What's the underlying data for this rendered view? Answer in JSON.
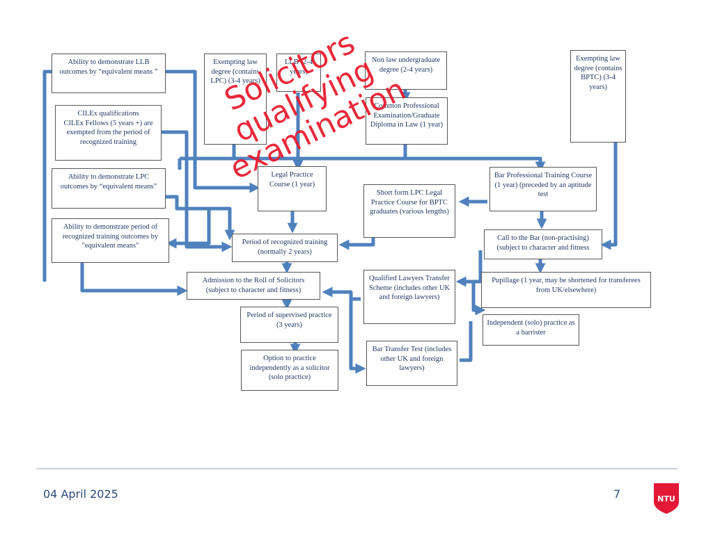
{
  "boxes": {
    "llb_outcomes": "Ability to demonstrate LLB outcomes by  “equivalent means ”",
    "exempting_lpc": "Exempting law degree (contains LPC) (3-4 years)",
    "llb": "LLB (2-4 years)",
    "non_law": "Non law undergraduate degree (2-4 years)",
    "exempting_bptc": "Exempting law degree (contains BPTC) (3-4 years)",
    "cilex": "CILEx qualifications\nCILEx Fellows (5 years +) are exempted from the period of recognized training",
    "cpe": "Common Professional Examination/Graduate Diploma in Law (1 year)",
    "lpc_outcomes": "Ability to demonstrate LPC outcomes by  “equivalent means”",
    "lpc": "Legal Practice Course (1 year)",
    "short_lpc": "Short form LPC Legal Practice Course for BPTC graduates (various lengths)",
    "bptc": "Bar Professional Training Course (1 year) (preceded by an aptitude test",
    "training_outcomes": "Ability to demonstrate period of recognized training outcomes by  \"equivalent means\"",
    "recognized_training": "Period of recognized training (normally 2 years)",
    "call_bar": "Call to the Bar (non-practising) (subject to character and fitness",
    "admission": "Admission to the Roll of Solicitors (subject to character and fitness)",
    "qlts": "Qualified Lawyers Transfer Scheme (includes other UK and foreign lawyers)",
    "pupillage": "Pupillage (1 year, may be shortened for transferees from UK/elsewhere)",
    "supervised": "Period of supervised practice (3 years)",
    "independent_barrister": "Independent (solo) practice as a barrister",
    "bar_transfer": "Bar Transfer Test (includes other UK and foreign lawyers)",
    "solo_solicitor": "Option to practice independently as a solicitor (solo practice)"
  },
  "stamp": "Solicitors\nqualifying\nexamination",
  "footer": {
    "date": "04 April 2025",
    "page": "7",
    "logo": "NTU"
  },
  "colors": {
    "arrow": "#4f81bd",
    "stamp": "#e8182c",
    "logo": "#e31837",
    "text": "#1f3864"
  }
}
